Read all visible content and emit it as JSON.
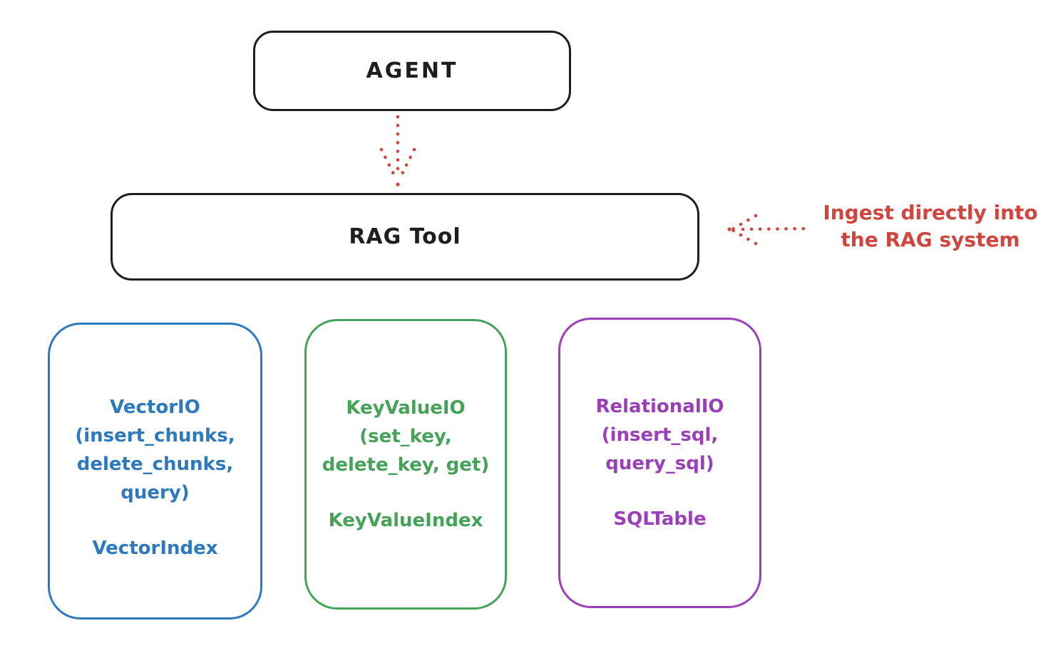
{
  "colors": {
    "black": "#1e1e1e",
    "red": "#d0453e",
    "blue": "#2e78bd",
    "green": "#45a259",
    "purple": "#9a3fb8",
    "background": "#ffffff"
  },
  "agent": {
    "label": "AGENT"
  },
  "rag_tool": {
    "label": "RAG Tool"
  },
  "annotation": {
    "line1": "Ingest directly into",
    "line2": "the RAG system"
  },
  "io_boxes": [
    {
      "title": "VectorIO",
      "methods": [
        "(insert_chunks,",
        "delete_chunks,",
        "query)"
      ],
      "index": "VectorIndex",
      "accent": "blue"
    },
    {
      "title": "KeyValueIO",
      "methods": [
        "(set_key,",
        "delete_key, get)"
      ],
      "index": "KeyValueIndex",
      "accent": "green"
    },
    {
      "title": "RelationalIO",
      "methods": [
        "(insert_sql,",
        "query_sql)"
      ],
      "index": "SQLTable",
      "accent": "purple"
    }
  ]
}
